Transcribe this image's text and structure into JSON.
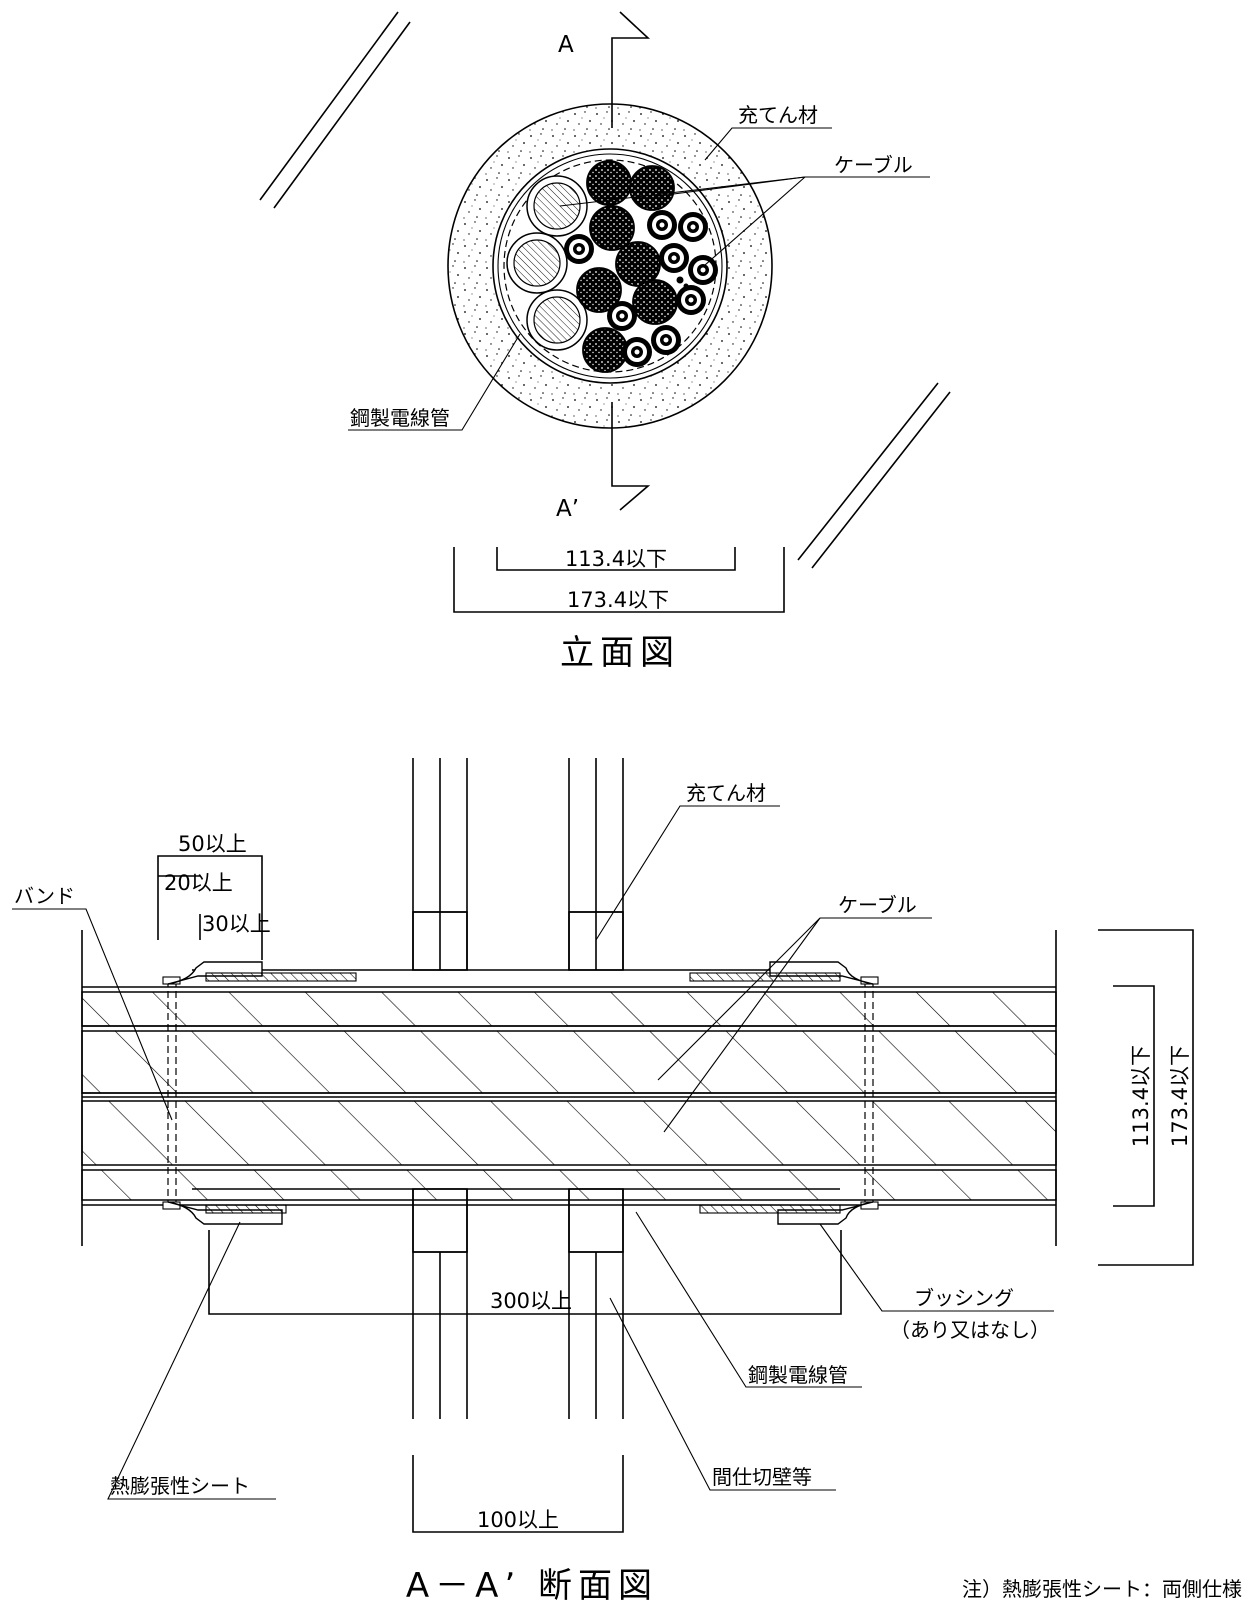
{
  "elevation": {
    "title": "立面図",
    "section_mark_top": "A",
    "section_mark_bottom": "A’",
    "labels": {
      "filler": "充てん材",
      "cable": "ケーブル",
      "steel_conduit": "鋼製電線管"
    },
    "dimensions": {
      "inner": "113.4以下",
      "outer": "173.4以下"
    }
  },
  "section": {
    "title": "A－A’ 断面図",
    "labels": {
      "filler": "充てん材",
      "band": "バンド",
      "cable": "ケーブル",
      "bushing": "ブッシング",
      "bushing_note": "（あり又はなし）",
      "steel_conduit": "鋼製電線管",
      "intumescent_sheet": "熱膨張性シート",
      "partition_wall": "間仕切壁等"
    },
    "dimensions": {
      "overlap_total": "50以上",
      "overlap_a": "20以上",
      "overlap_b": "30以上",
      "length": "300以上",
      "wall": "100以上",
      "inner_height": "113.4以下",
      "outer_height": "173.4以下"
    }
  },
  "note": "注）熱膨張性シート：両側仕様"
}
